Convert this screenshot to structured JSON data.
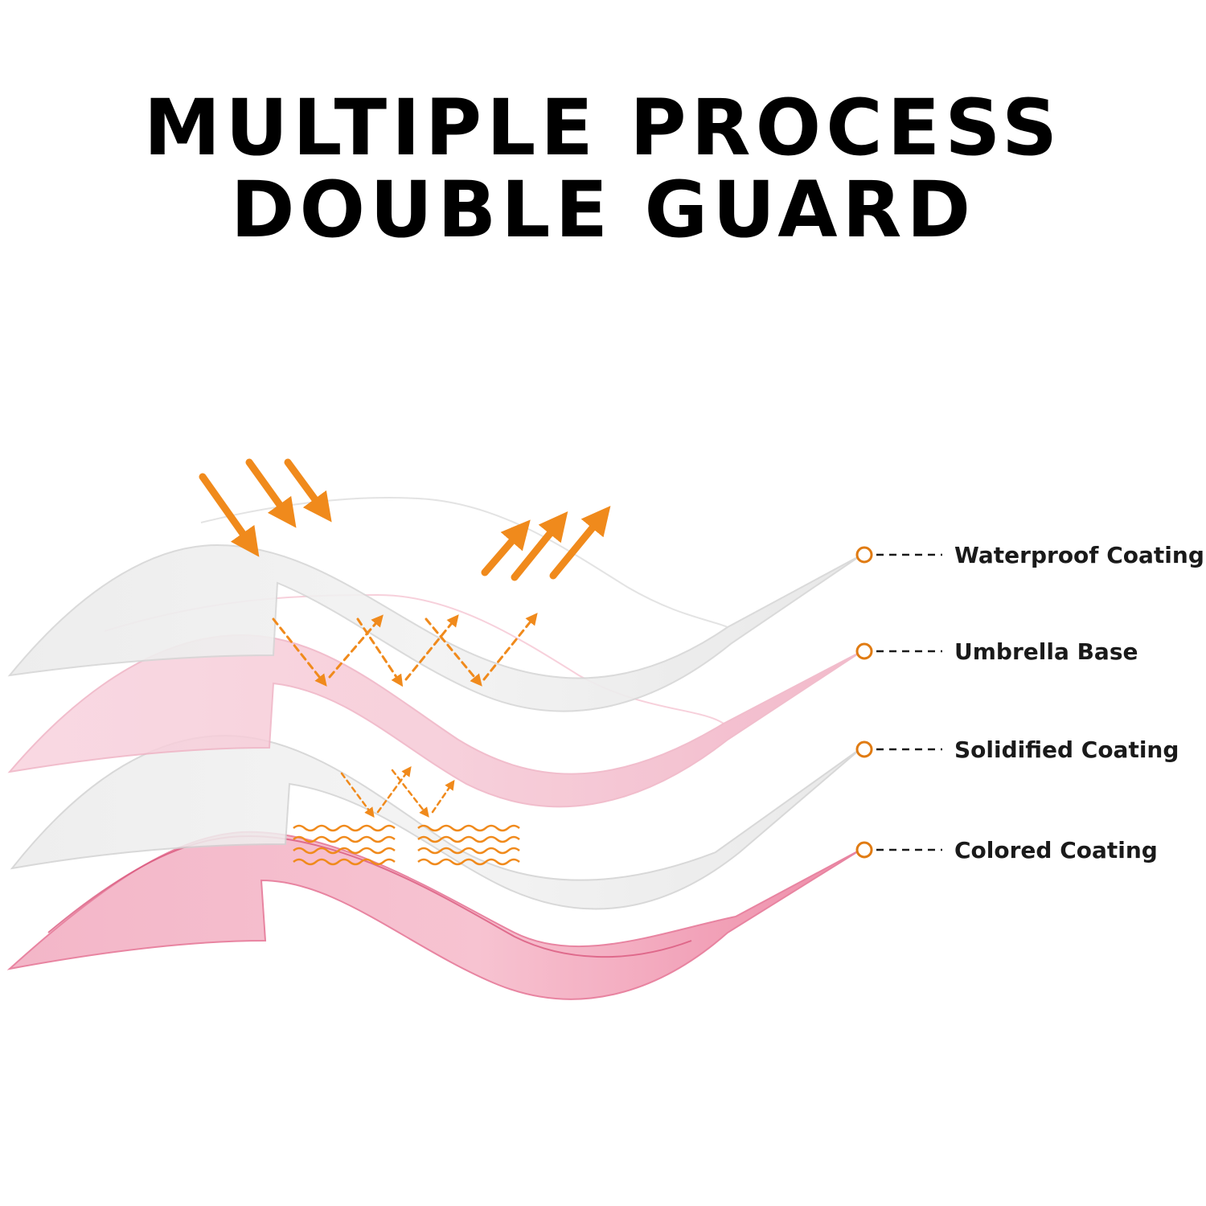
{
  "headline": {
    "line1": "MULTIPLE PROCESS",
    "line2": "DOUBLE GUARD"
  },
  "layers": [
    {
      "label": "Waterproof Coating"
    },
    {
      "label": "Umbrella Base"
    },
    {
      "label": "Solidified Coating"
    },
    {
      "label": "Colored Coating"
    }
  ],
  "colors": {
    "arrow": "#f08a1c",
    "marker": "#e07b12",
    "pink": "#f3a7bd",
    "deep_pink": "#ea6f93",
    "gray": "#e8e8e8"
  }
}
